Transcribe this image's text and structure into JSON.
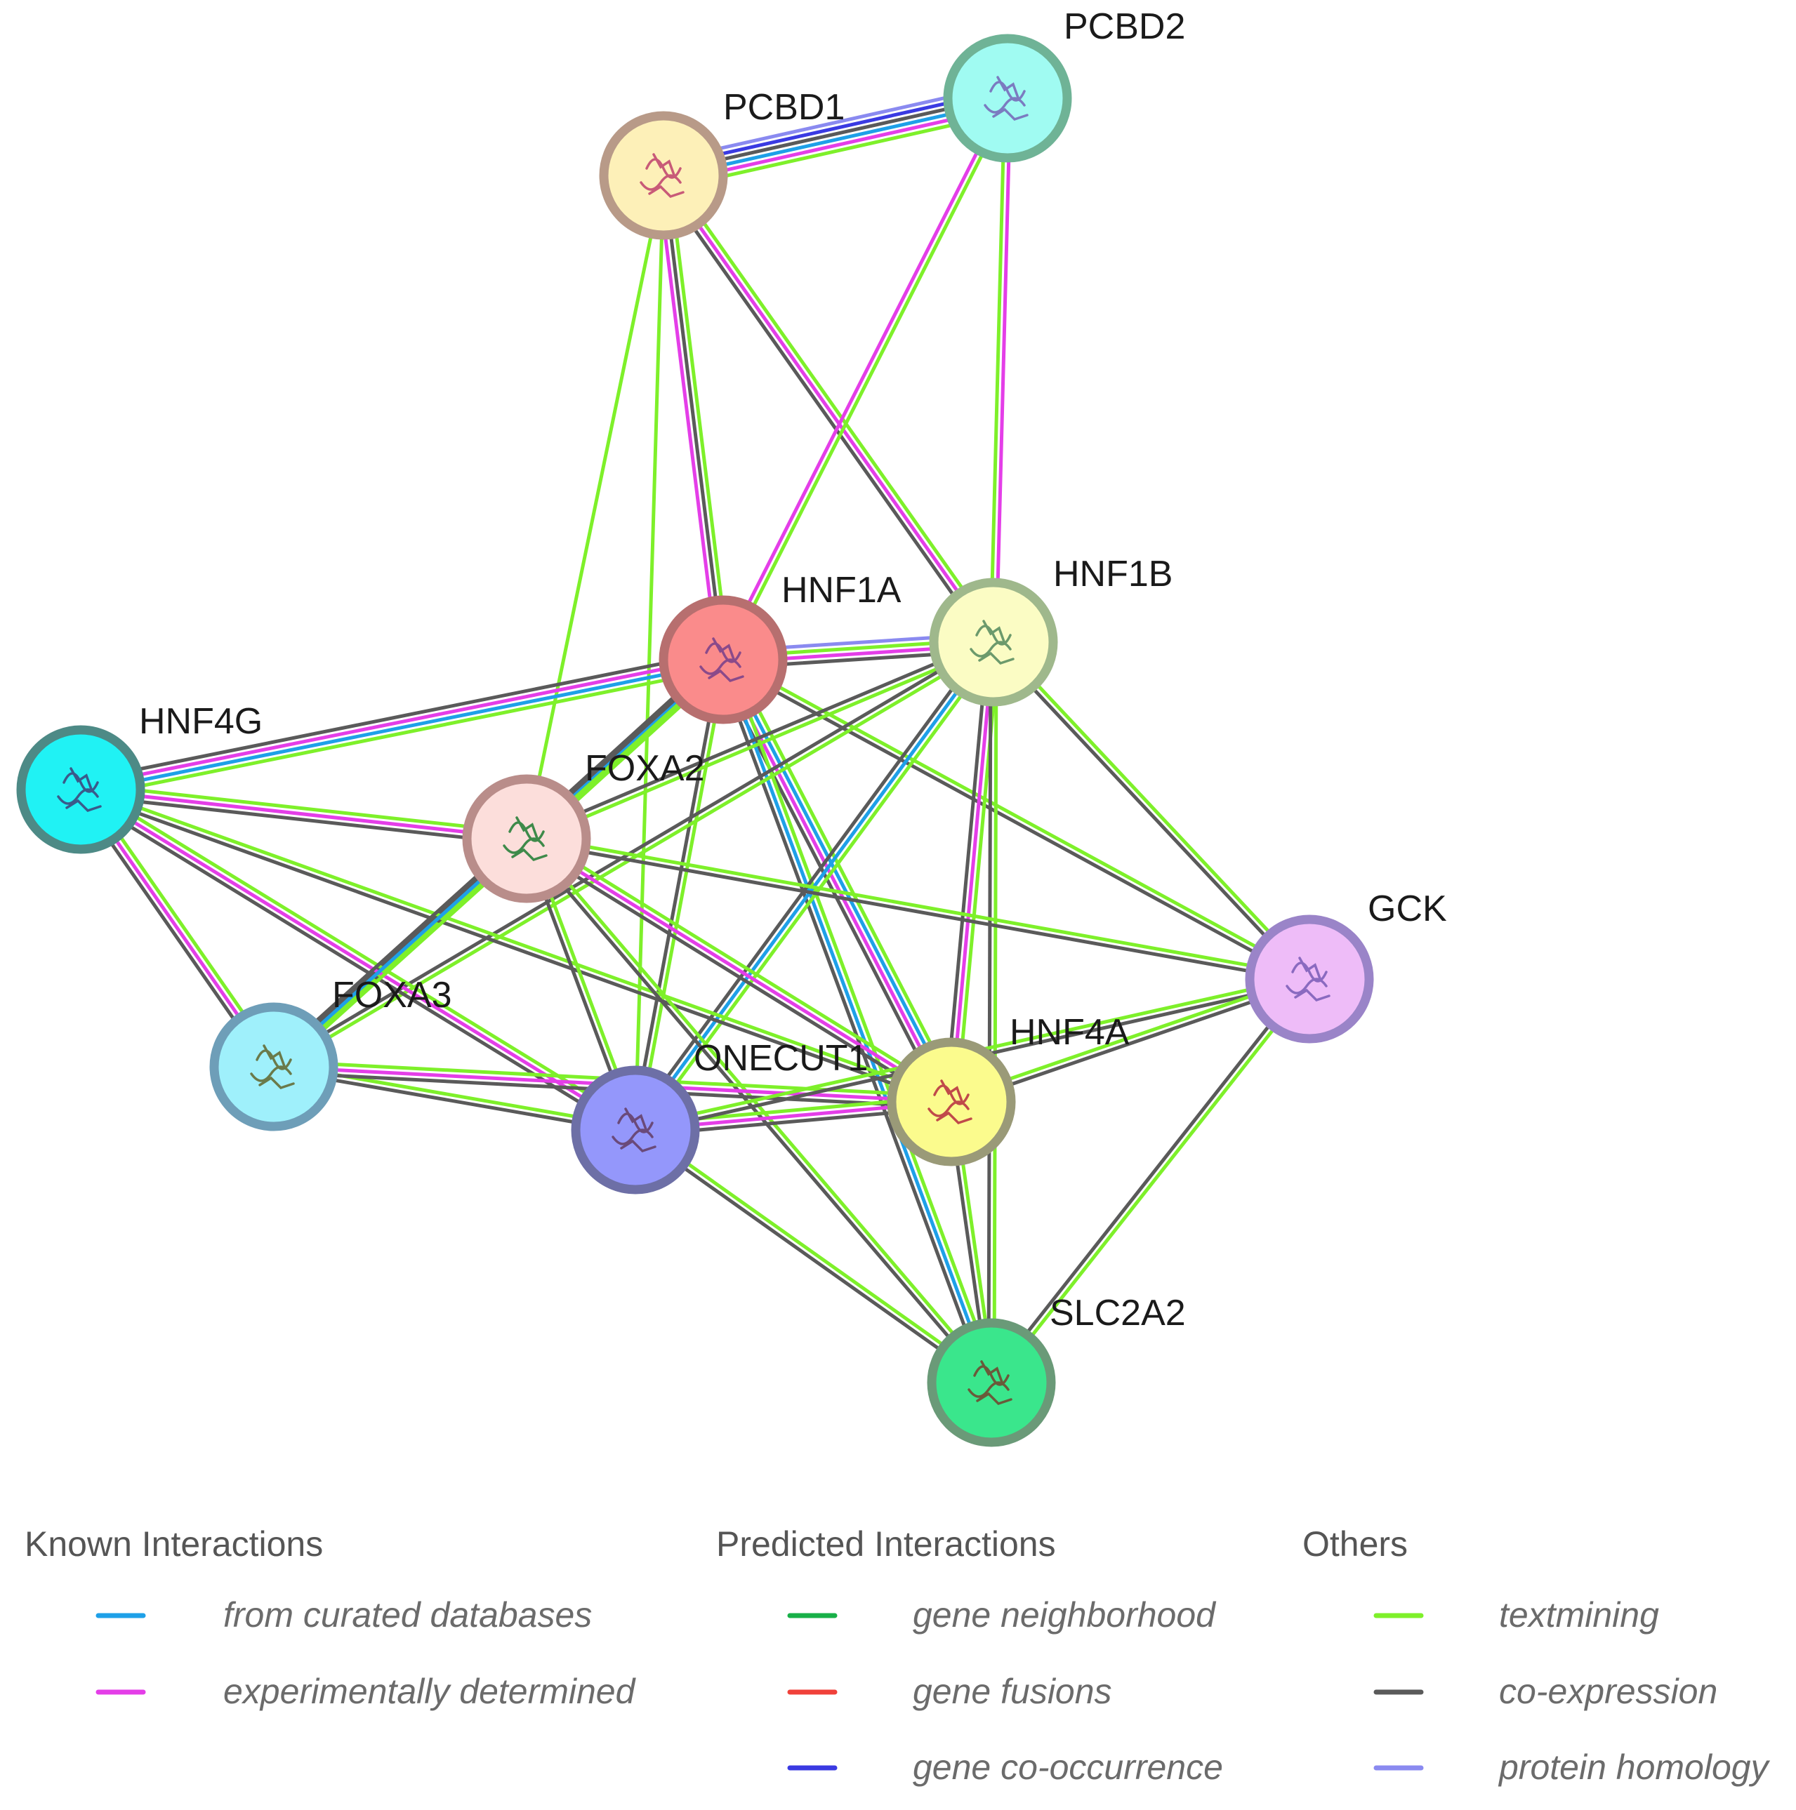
{
  "network": {
    "nodes": [
      {
        "id": "PCBD1",
        "label": "PCBD1",
        "fill": "#fdf0b8",
        "stroke": "#b89a88",
        "glyph": "#c85a78"
      },
      {
        "id": "PCBD2",
        "label": "PCBD2",
        "fill": "#a0fbf2",
        "stroke": "#6fb396",
        "glyph": "#7b7bc0"
      },
      {
        "id": "HNF1A",
        "label": "HNF1A",
        "fill": "#fa8b8b",
        "stroke": "#b76f6f",
        "glyph": "#8a4a8a"
      },
      {
        "id": "HNF1B",
        "label": "HNF1B",
        "fill": "#fbfcc4",
        "stroke": "#9fb88c",
        "glyph": "#6c9a6c"
      },
      {
        "id": "HNF4G",
        "label": "HNF4G",
        "fill": "#20f2f4",
        "stroke": "#4d8a86",
        "glyph": "#3a5a8a"
      },
      {
        "id": "FOXA2",
        "label": "FOXA2",
        "fill": "#fcdedb",
        "stroke": "#b98d8a",
        "glyph": "#3e8a4a"
      },
      {
        "id": "FOXA3",
        "label": "FOXA3",
        "fill": "#9ff0fb",
        "stroke": "#6e9eb8",
        "glyph": "#6a7a4a"
      },
      {
        "id": "ONECUT1",
        "label": "ONECUT1",
        "fill": "#9497fb",
        "stroke": "#6d6fa6",
        "glyph": "#6a4a7a"
      },
      {
        "id": "HNF4A",
        "label": "HNF4A",
        "fill": "#fbfb8d",
        "stroke": "#9a9a78",
        "glyph": "#c04a4a"
      },
      {
        "id": "GCK",
        "label": "GCK",
        "fill": "#eebcf8",
        "stroke": "#9a84c8",
        "glyph": "#8a6ac0"
      },
      {
        "id": "SLC2A2",
        "label": "SLC2A2",
        "fill": "#3ae68c",
        "stroke": "#6a9a78",
        "glyph": "#6a5a3a"
      }
    ],
    "edges": [
      {
        "from": "PCBD1",
        "to": "PCBD2",
        "evidence": [
          "homology",
          "cooccurrence",
          "coexpression",
          "database",
          "experimental",
          "textmining"
        ]
      },
      {
        "from": "PCBD1",
        "to": "HNF1A",
        "evidence": [
          "textmining",
          "coexpression",
          "experimental"
        ]
      },
      {
        "from": "PCBD1",
        "to": "HNF1B",
        "evidence": [
          "textmining",
          "experimental",
          "coexpression"
        ]
      },
      {
        "from": "PCBD1",
        "to": "FOXA2",
        "evidence": [
          "textmining"
        ]
      },
      {
        "from": "PCBD1",
        "to": "ONECUT1",
        "evidence": [
          "textmining"
        ]
      },
      {
        "from": "PCBD2",
        "to": "HNF1A",
        "evidence": [
          "textmining",
          "experimental"
        ]
      },
      {
        "from": "PCBD2",
        "to": "HNF1B",
        "evidence": [
          "experimental",
          "textmining"
        ]
      },
      {
        "from": "HNF1A",
        "to": "HNF1B",
        "evidence": [
          "homology",
          "textmining",
          "experimental",
          "coexpression"
        ]
      },
      {
        "from": "HNF1A",
        "to": "HNF4G",
        "evidence": [
          "textmining",
          "database",
          "experimental",
          "coexpression"
        ]
      },
      {
        "from": "HNF1A",
        "to": "FOXA2",
        "evidence": [
          "textmining",
          "database",
          "coexpression"
        ]
      },
      {
        "from": "HNF1A",
        "to": "FOXA3",
        "evidence": [
          "textmining",
          "coexpression"
        ]
      },
      {
        "from": "HNF1A",
        "to": "ONECUT1",
        "evidence": [
          "textmining",
          "coexpression"
        ]
      },
      {
        "from": "HNF1A",
        "to": "HNF4A",
        "evidence": [
          "textmining",
          "database",
          "experimental",
          "coexpression"
        ]
      },
      {
        "from": "HNF1A",
        "to": "GCK",
        "evidence": [
          "textmining",
          "coexpression"
        ]
      },
      {
        "from": "HNF1A",
        "to": "SLC2A2",
        "evidence": [
          "textmining",
          "database",
          "coexpression"
        ]
      },
      {
        "from": "HNF1B",
        "to": "FOXA2",
        "evidence": [
          "textmining",
          "coexpression"
        ]
      },
      {
        "from": "HNF1B",
        "to": "FOXA3",
        "evidence": [
          "textmining",
          "coexpression"
        ]
      },
      {
        "from": "HNF1B",
        "to": "ONECUT1",
        "evidence": [
          "textmining",
          "database",
          "coexpression"
        ]
      },
      {
        "from": "HNF1B",
        "to": "HNF4A",
        "evidence": [
          "textmining",
          "experimental",
          "coexpression"
        ]
      },
      {
        "from": "HNF1B",
        "to": "GCK",
        "evidence": [
          "textmining",
          "coexpression"
        ]
      },
      {
        "from": "HNF1B",
        "to": "SLC2A2",
        "evidence": [
          "textmining",
          "coexpression"
        ]
      },
      {
        "from": "HNF4G",
        "to": "FOXA2",
        "evidence": [
          "textmining",
          "experimental",
          "coexpression"
        ]
      },
      {
        "from": "HNF4G",
        "to": "FOXA3",
        "evidence": [
          "textmining",
          "experimental",
          "coexpression"
        ]
      },
      {
        "from": "HNF4G",
        "to": "ONECUT1",
        "evidence": [
          "textmining",
          "experimental",
          "coexpression"
        ]
      },
      {
        "from": "HNF4G",
        "to": "HNF4A",
        "evidence": [
          "textmining",
          "coexpression"
        ]
      },
      {
        "from": "FOXA2",
        "to": "FOXA3",
        "evidence": [
          "textmining",
          "database",
          "coexpression"
        ]
      },
      {
        "from": "FOXA2",
        "to": "ONECUT1",
        "evidence": [
          "textmining",
          "coexpression"
        ]
      },
      {
        "from": "FOXA2",
        "to": "HNF4A",
        "evidence": [
          "textmining",
          "experimental",
          "coexpression"
        ]
      },
      {
        "from": "FOXA2",
        "to": "GCK",
        "evidence": [
          "textmining",
          "coexpression"
        ]
      },
      {
        "from": "FOXA2",
        "to": "SLC2A2",
        "evidence": [
          "textmining",
          "coexpression"
        ]
      },
      {
        "from": "FOXA3",
        "to": "ONECUT1",
        "evidence": [
          "textmining",
          "coexpression"
        ]
      },
      {
        "from": "FOXA3",
        "to": "HNF4A",
        "evidence": [
          "textmining",
          "experimental",
          "coexpression"
        ]
      },
      {
        "from": "ONECUT1",
        "to": "HNF4A",
        "evidence": [
          "textmining",
          "experimental",
          "coexpression"
        ]
      },
      {
        "from": "ONECUT1",
        "to": "GCK",
        "evidence": [
          "textmining",
          "coexpression"
        ]
      },
      {
        "from": "ONECUT1",
        "to": "SLC2A2",
        "evidence": [
          "textmining",
          "coexpression"
        ]
      },
      {
        "from": "HNF4A",
        "to": "GCK",
        "evidence": [
          "textmining",
          "coexpression"
        ]
      },
      {
        "from": "HNF4A",
        "to": "SLC2A2",
        "evidence": [
          "textmining",
          "coexpression"
        ]
      },
      {
        "from": "GCK",
        "to": "SLC2A2",
        "evidence": [
          "textmining",
          "coexpression"
        ]
      }
    ]
  },
  "evidence_colors": {
    "database": "#1ea0e8",
    "experimental": "#e43ee8",
    "neighborhood": "#18b048",
    "fusion": "#f0413a",
    "cooccurrence": "#3a3ae2",
    "textmining": "#7ef02a",
    "coexpression": "#5a5a5a",
    "homology": "#8a8af0"
  },
  "legend": {
    "groups": [
      {
        "title": "Known Interactions",
        "items": [
          {
            "label": "from curated databases",
            "evidence": "database"
          },
          {
            "label": "experimentally determined",
            "evidence": "experimental"
          }
        ]
      },
      {
        "title": "Predicted Interactions",
        "items": [
          {
            "label": "gene neighborhood",
            "evidence": "neighborhood"
          },
          {
            "label": "gene fusions",
            "evidence": "fusion"
          },
          {
            "label": "gene co-occurrence",
            "evidence": "cooccurrence"
          }
        ]
      },
      {
        "title": "Others",
        "items": [
          {
            "label": "textmining",
            "evidence": "textmining"
          },
          {
            "label": "co-expression",
            "evidence": "coexpression"
          },
          {
            "label": "protein homology",
            "evidence": "homology"
          }
        ]
      }
    ]
  }
}
